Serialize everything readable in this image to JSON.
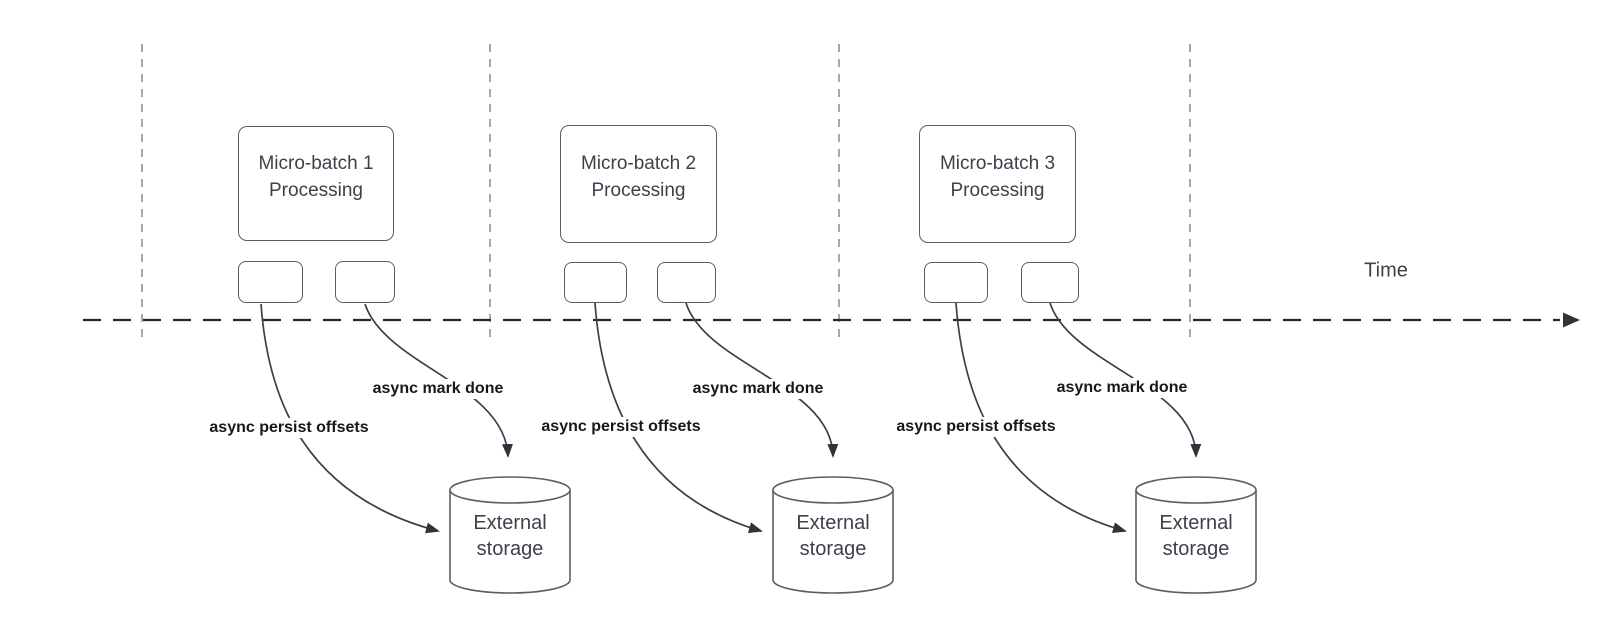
{
  "diagram": {
    "title_semantic": "micro-batch-async-offset-persistence-timeline",
    "timeline": {
      "label": "Time"
    },
    "colors": {
      "background": "#ffffff",
      "shape_stroke": "#5a5e66",
      "connector_stroke": "#3a3f4a",
      "arrowhead_fill": "#2e333e",
      "timeline_stroke": "#23272f",
      "phase_gridline_gray": "#a8a8a8",
      "shape_text": "#3c414b",
      "connector_label_text": "#15181e"
    },
    "groups": [
      {
        "batch_line1": "Micro-batch 1",
        "batch_line2": "Processing",
        "persist_label": "async persist offsets",
        "mark_label": "async mark done",
        "storage_line1": "External",
        "storage_line2": "storage"
      },
      {
        "batch_line1": "Micro-batch 2",
        "batch_line2": "Processing",
        "persist_label": "async persist offsets",
        "mark_label": "async mark done",
        "storage_line1": "External",
        "storage_line2": "storage"
      },
      {
        "batch_line1": "Micro-batch 3",
        "batch_line2": "Processing",
        "persist_label": "async persist offsets",
        "mark_label": "async mark done",
        "storage_line1": "External",
        "storage_line2": "storage"
      }
    ]
  }
}
